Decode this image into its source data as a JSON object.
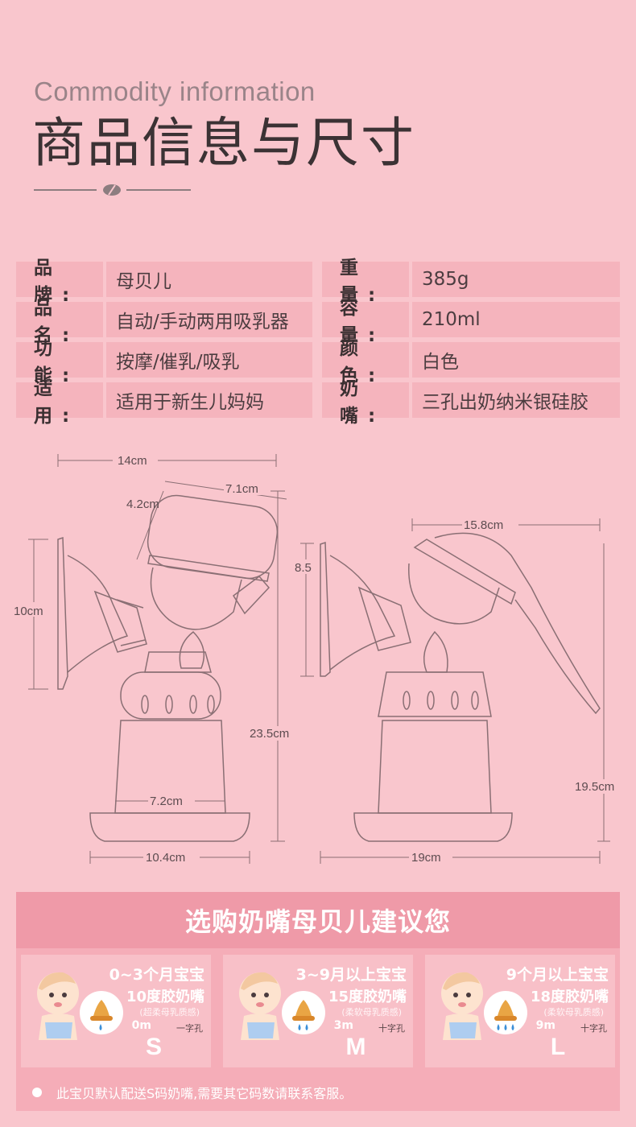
{
  "header": {
    "title_en": "Commodity information",
    "title_cn": "商品信息与尺寸"
  },
  "specs": {
    "left": [
      {
        "label": "品 牌:",
        "value": "母贝儿"
      },
      {
        "label": "品 名:",
        "value": "自动/手动两用吸乳器"
      },
      {
        "label": "功 能:",
        "value": "按摩/催乳/吸乳"
      },
      {
        "label": "适 用:",
        "value": "适用于新生儿妈妈"
      }
    ],
    "right": [
      {
        "label": "重 量:",
        "value": "385g"
      },
      {
        "label": "容 量:",
        "value": "210ml"
      },
      {
        "label": "颜 色:",
        "value": "白色"
      },
      {
        "label": "奶 嘴:",
        "value": "三孔出奶纳米银硅胶"
      }
    ]
  },
  "dimensions": {
    "electric": {
      "width_top": "14cm",
      "motor_width": "7.1cm",
      "motor_height": "4.2cm",
      "funnel_height": "10cm",
      "total_height": "23.5cm",
      "bottle_width": "7.2cm",
      "base_width": "10.4cm"
    },
    "manual": {
      "handle_width": "15.8cm",
      "cap_height": "8.5",
      "total_height": "19.5cm",
      "total_width": "19cm"
    }
  },
  "recommend": {
    "title": "选购奶嘴母贝儿建议您",
    "panels": [
      {
        "age": "0~3个月宝宝",
        "type": "10度胶奶嘴",
        "note": "(超柔母乳质感)",
        "month": "0m",
        "hole": "一字孔",
        "size": "S"
      },
      {
        "age": "3~9月以上宝宝",
        "type": "15度胶奶嘴",
        "note": "(柔软母乳质感)",
        "month": "3m",
        "hole": "十字孔",
        "size": "M"
      },
      {
        "age": "9个月以上宝宝",
        "type": "18度胶奶嘴",
        "note": "(柔软母乳质感)",
        "month": "9m",
        "hole": "十字孔",
        "size": "L"
      }
    ],
    "footer": "此宝贝默认配送S码奶嘴,需要其它码数请联系客服。"
  },
  "colors": {
    "background": "#f9c6cd",
    "cell": "#f5b4bd",
    "banner": "#ef9aa8",
    "text": "#3a2f31"
  }
}
